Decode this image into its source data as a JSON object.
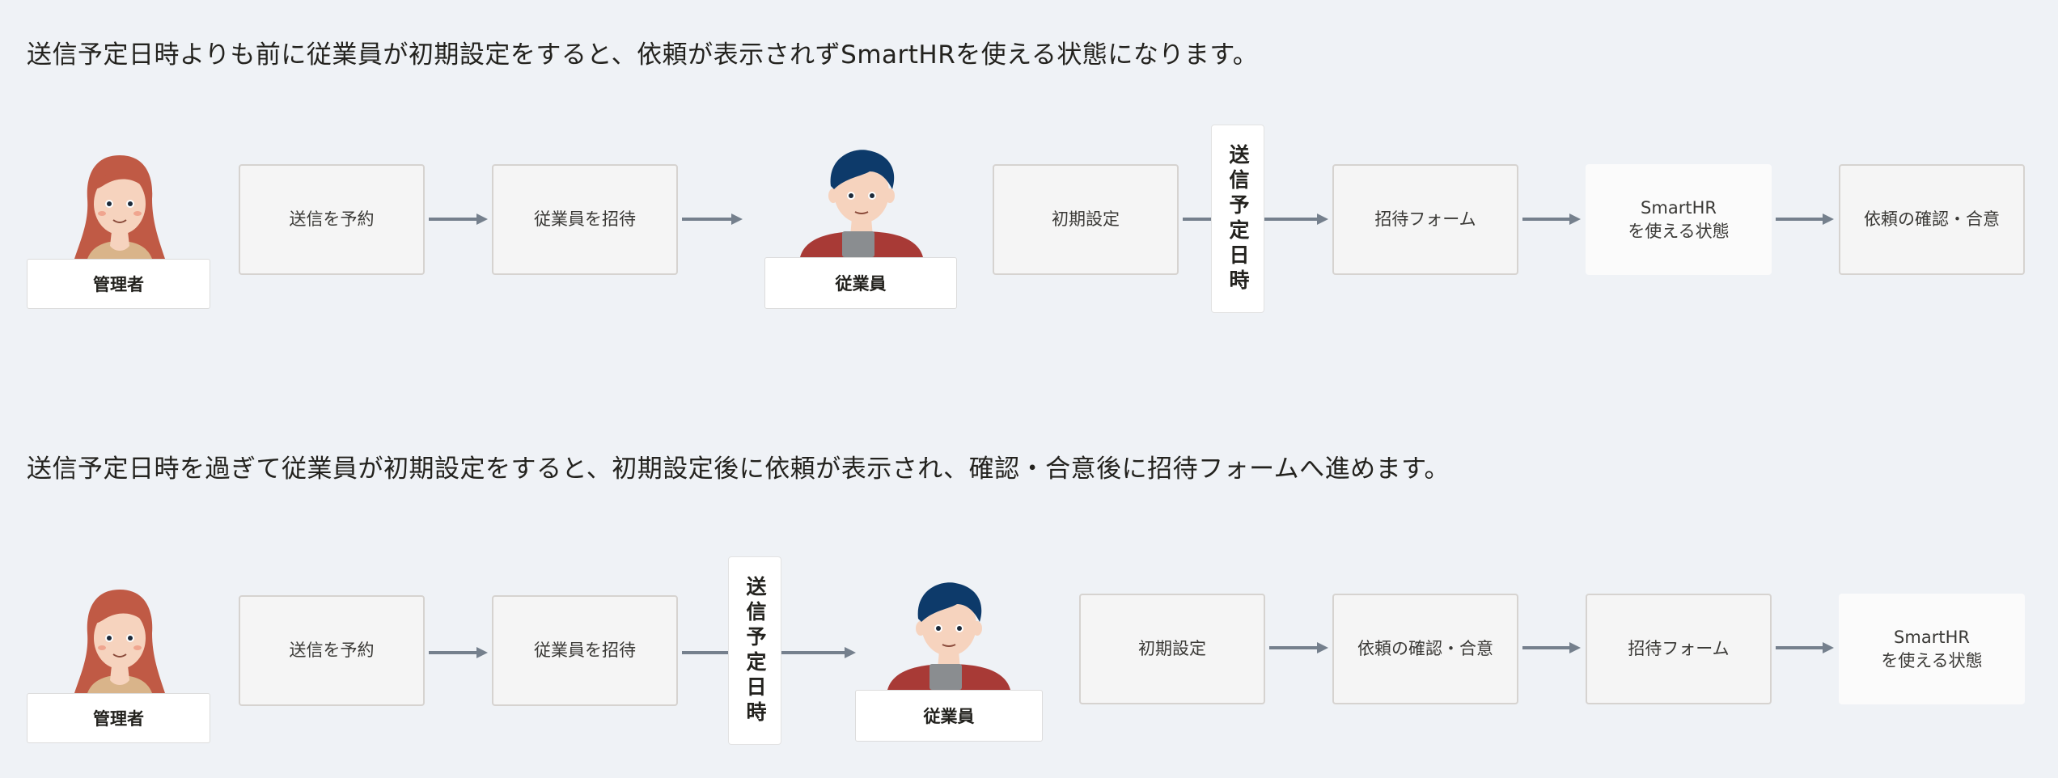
{
  "section1": {
    "heading": "送信予定日時よりも前に従業員が初期設定をすると、依頼が表示されずSmartHRを使える状態になります。",
    "admin_label": "管理者",
    "step_schedule": "送信を予約",
    "step_invite": "従業員を招待",
    "employee_label": "従業員",
    "step_initial_setup": "初期設定",
    "scheduled_time_label": "送信予定日時",
    "step_invite_form": "招待フォーム",
    "step_usable_line1": "SmartHR",
    "step_usable_line2": "を使える状態",
    "step_confirm_agree": "依頼の確認・合意"
  },
  "section2": {
    "heading": "送信予定日時を過ぎて従業員が初期設定をすると、初期設定後に依頼が表示され、確認・合意後に招待フォームへ進めます。",
    "admin_label": "管理者",
    "step_schedule": "送信を予約",
    "step_invite": "従業員を招待",
    "scheduled_time_label": "送信予定日時",
    "employee_label": "従業員",
    "step_initial_setup": "初期設定",
    "step_confirm_agree": "依頼の確認・合意",
    "step_invite_form": "招待フォーム",
    "step_usable_line1": "SmartHR",
    "step_usable_line2": "を使える状態"
  },
  "colors": {
    "background": "#eff2f6",
    "arrow": "#75808d",
    "box_fill": "#f5f5f5",
    "box_border": "#d6d3d0",
    "admin_hair": "#c05a45",
    "admin_clothes": "#d9b48a",
    "employee_hair": "#0d3a6a",
    "employee_clothes": "#a83a36",
    "skin": "#f6d3be"
  },
  "icons": {
    "admin_avatar": "admin-woman-avatar",
    "employee_avatar": "employee-man-with-phone-avatar"
  }
}
